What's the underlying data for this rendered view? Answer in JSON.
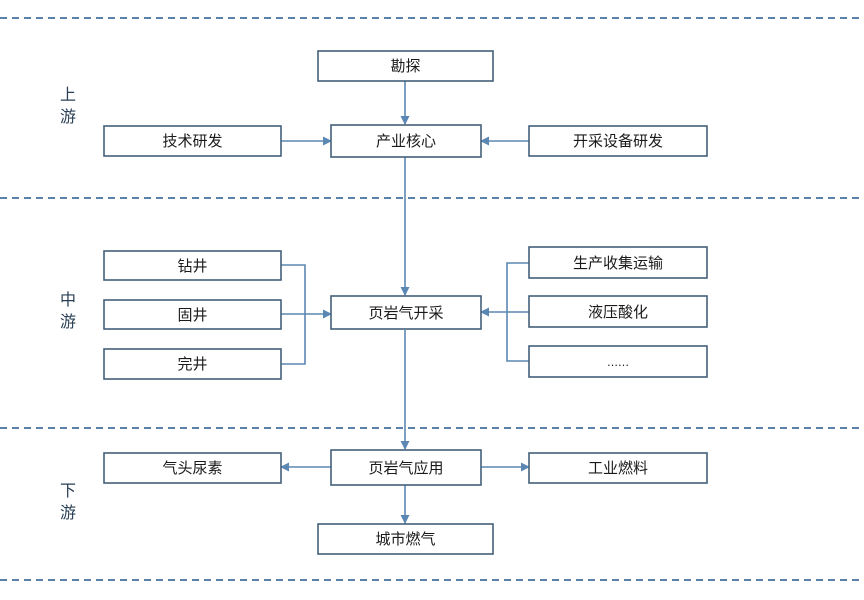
{
  "stages": {
    "upstream": [
      "上",
      "游"
    ],
    "midstream": [
      "中",
      "游"
    ],
    "downstream": [
      "下",
      "游"
    ]
  },
  "nodes": {
    "exploration": "勘探",
    "tech_rd": "技术研发",
    "industry_core": "产业核心",
    "equipment_rd": "开采设备研发",
    "drilling": "钻井",
    "cementing": "固井",
    "completion": "完井",
    "shale_extraction": "页岩气开采",
    "production_transport": "生产收集运输",
    "fracturing_acidizing": "液压酸化",
    "ellipsis": "……",
    "fertilizer": "气头尿素",
    "shale_application": "页岩气应用",
    "industrial_fuel": "工业燃料",
    "city_gas": "城市燃气"
  }
}
